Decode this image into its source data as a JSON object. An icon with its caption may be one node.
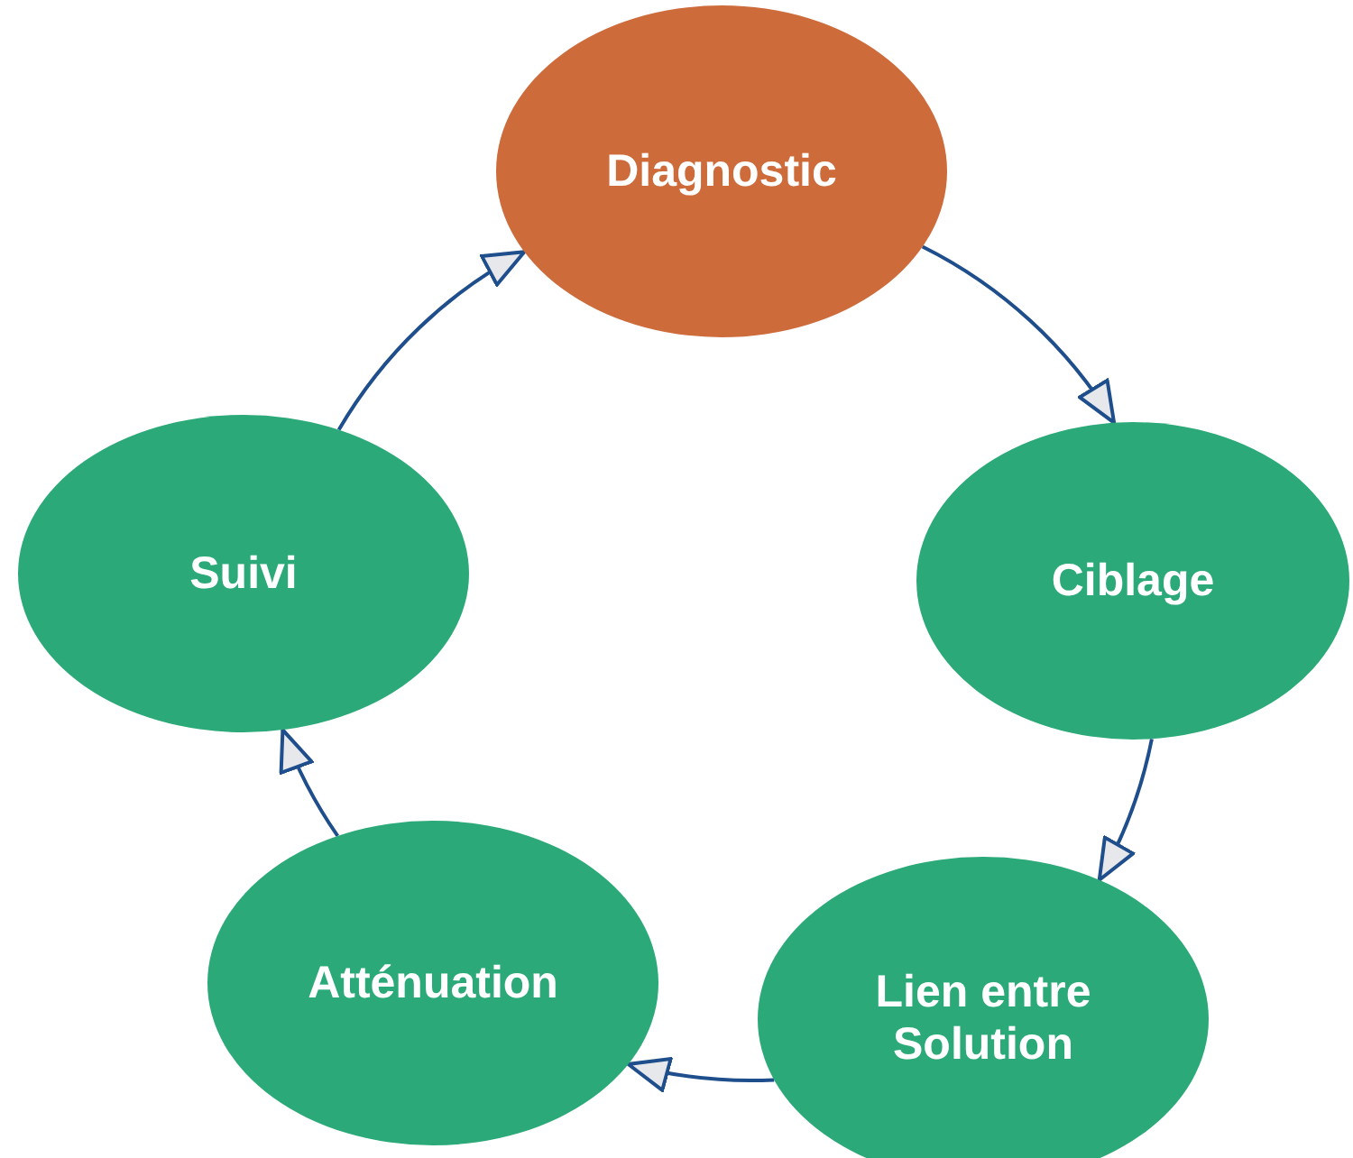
{
  "diagram": {
    "nodes": [
      {
        "text": [
          "Diagnostic"
        ]
      },
      {
        "text": [
          "Ciblage"
        ]
      },
      {
        "text": [
          "Lien entre Solution"
        ]
      },
      {
        "text": [
          "Atténuation"
        ]
      },
      {
        "text": [
          "Suivi"
        ]
      }
    ],
    "edges": [
      {
        "from": 0,
        "to": 1,
        "arrow": "to"
      },
      {
        "from": 1,
        "to": 2,
        "arrow": "to"
      },
      {
        "from": 2,
        "to": 3,
        "arrow": "to"
      },
      {
        "from": 3,
        "to": 4,
        "arrow": "to"
      },
      {
        "from": 4,
        "to": 0,
        "arrow": "to"
      }
    ]
  }
}
